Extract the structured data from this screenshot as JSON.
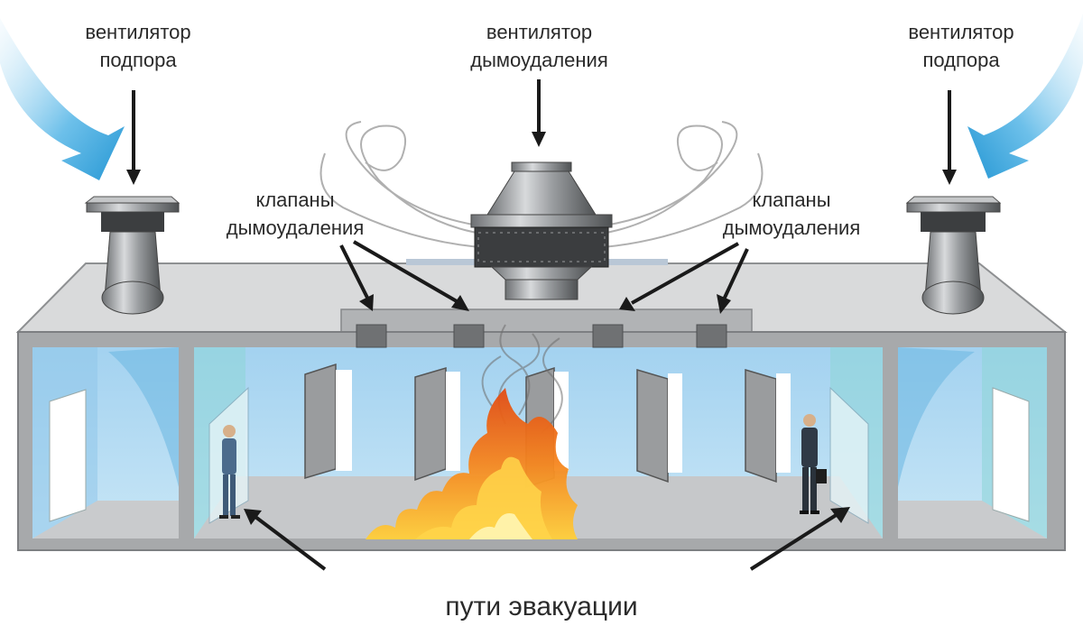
{
  "labels": {
    "supply_fan_left": {
      "line1": "вентилятор",
      "line2": "подпора"
    },
    "exhaust_fan": {
      "line1": "вентилятор",
      "line2": "дымоудаления"
    },
    "supply_fan_right": {
      "line1": "вентилятор",
      "line2": "подпора"
    },
    "valves_left": {
      "line1": "клапаны",
      "line2": "дымоудаления"
    },
    "valves_right": {
      "line1": "клапаны",
      "line2": "дымоудаления"
    },
    "evacuation": "пути эвакуации"
  },
  "colors": {
    "wall": "#a7a9ab",
    "roof": "#d9dadb",
    "room_fill": "#a9d5f0",
    "stair_fill": "#9fdde0",
    "floor": "#c6c8ca",
    "airflow_arrow": "#3ba5d9",
    "smoke": "#8a8a8a",
    "fire": "#f07a1a",
    "arrow": "#1a1a1a",
    "text": "#2a2a2a"
  },
  "icons": [
    "supply-fan-icon",
    "exhaust-fan-icon",
    "smoke-valve-icon",
    "door-icon",
    "person-icon",
    "fire-icon",
    "smoke-icon",
    "airflow-arrow-icon"
  ]
}
